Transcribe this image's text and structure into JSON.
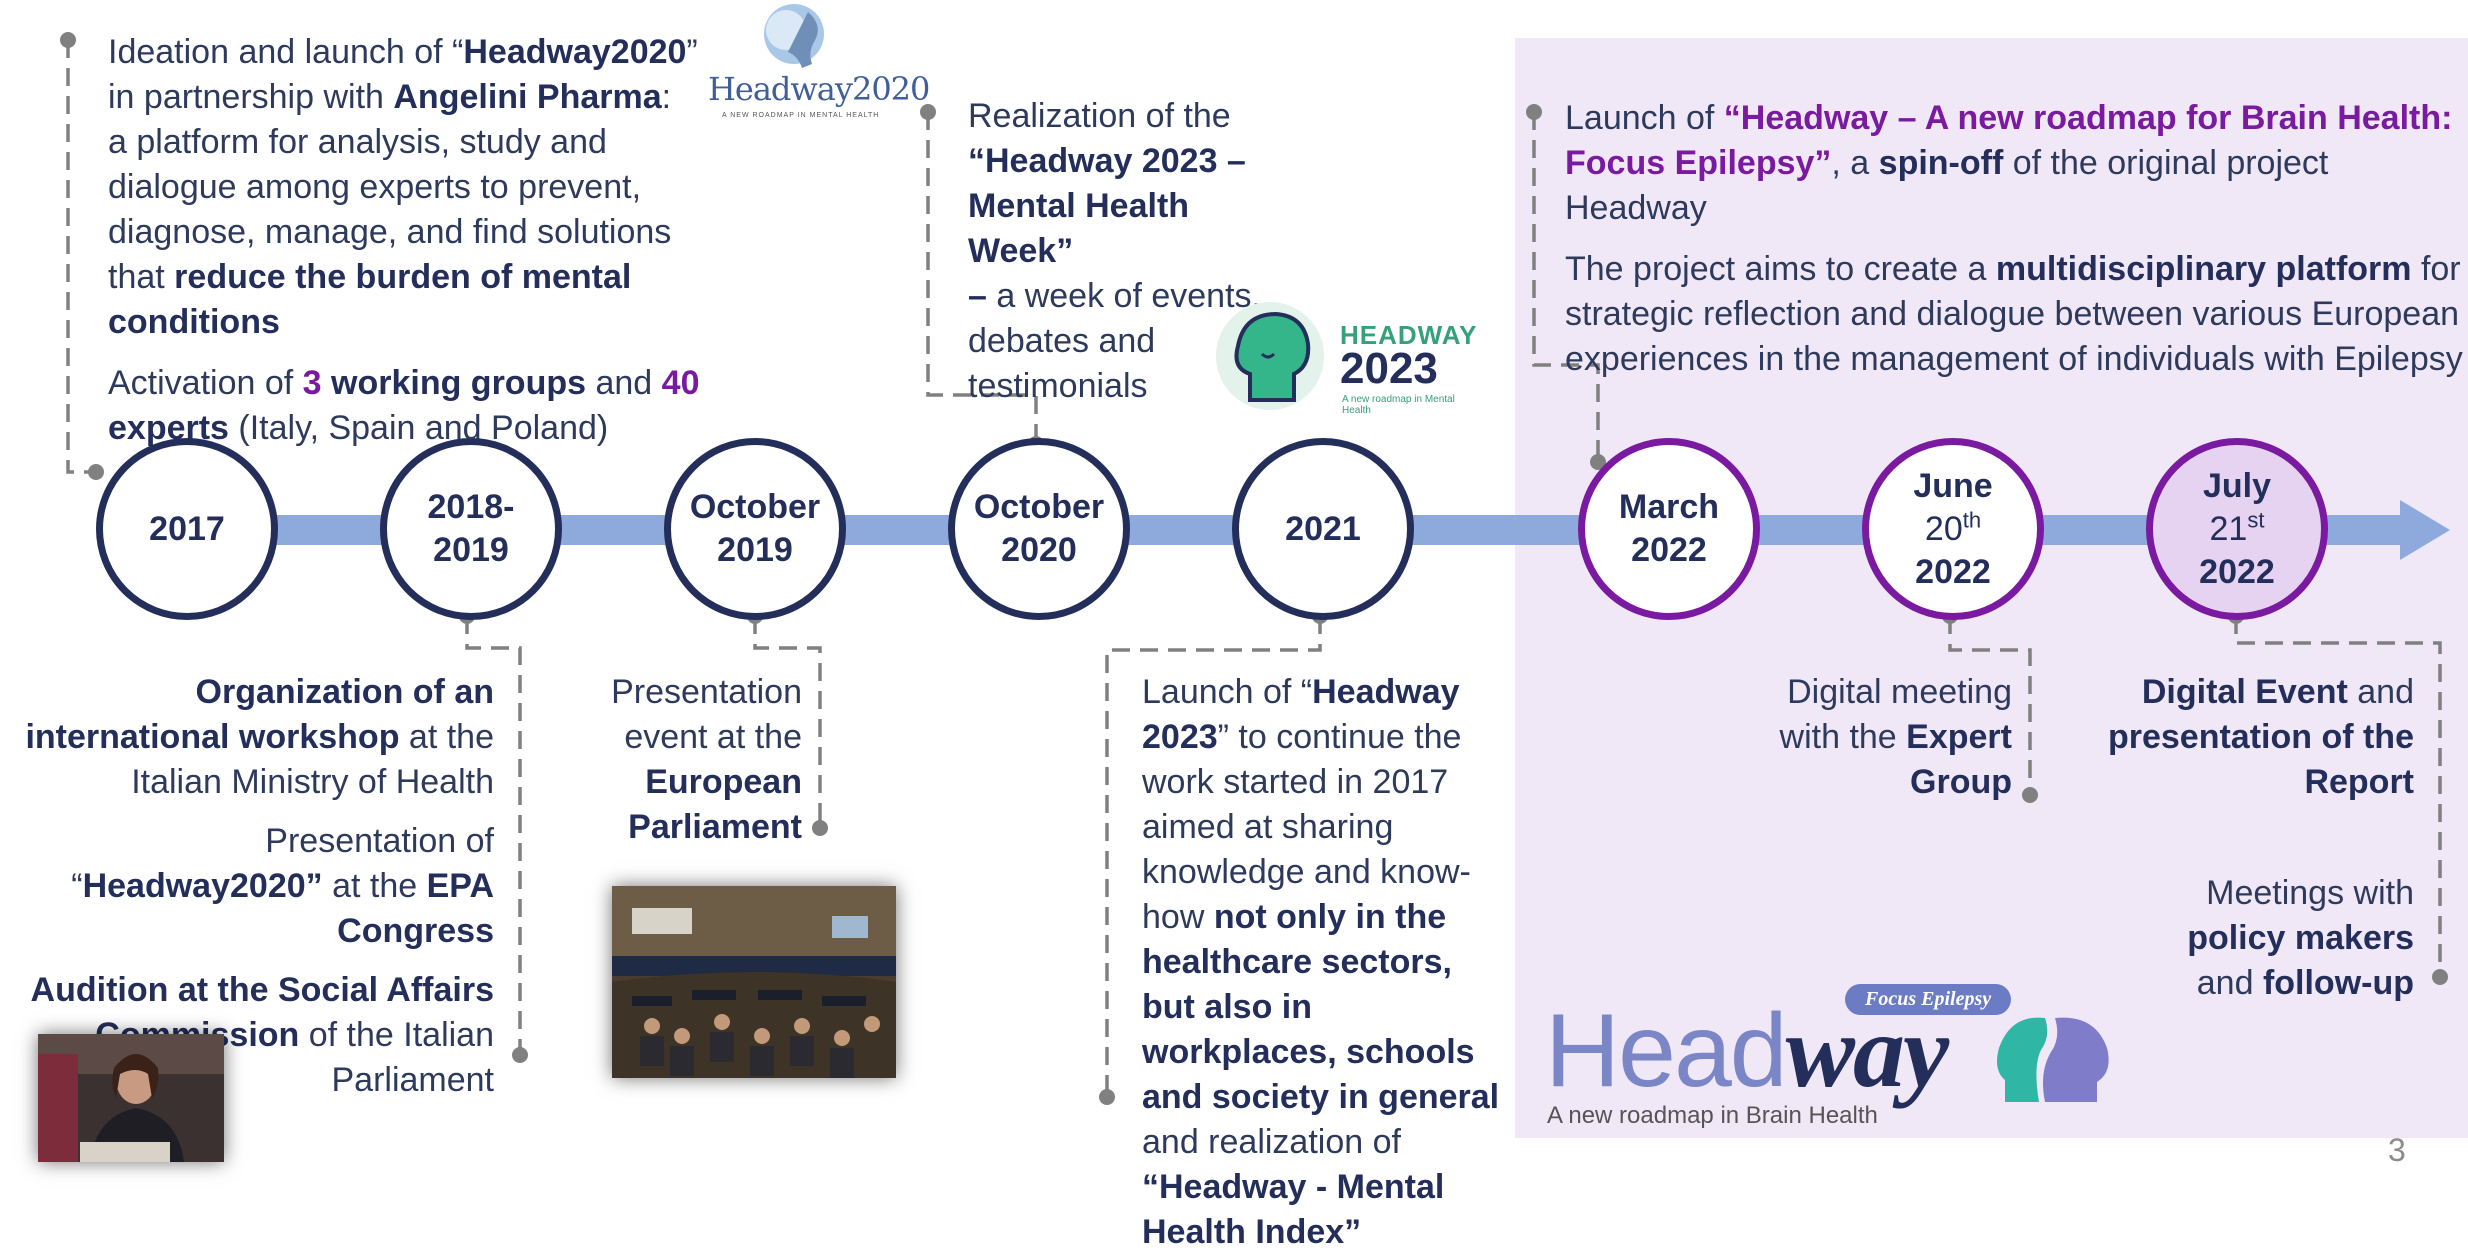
{
  "colors": {
    "navy": "#232e5a",
    "purple": "#7a1aa0",
    "bar": "#8eaadc",
    "panel": "#f1e8f7"
  },
  "milestones": [
    {
      "l1": "2017"
    },
    {
      "l1": "2018-",
      "l2": "2019"
    },
    {
      "l1": "October",
      "l2": "2019"
    },
    {
      "l1": "October",
      "l2": "2020"
    },
    {
      "l1": "2021"
    },
    {
      "l1": "March",
      "l2": "2022"
    },
    {
      "l1": "June",
      "day": "20",
      "sup": "th",
      "l3": "2022"
    },
    {
      "l1": "July",
      "day": "21",
      "sup": "st",
      "l3": "2022"
    }
  ],
  "t2017": {
    "p1a": "Ideation and launch of “",
    "p1b": "Headway2020",
    "p1c": "”",
    "p1d": "in partnership with ",
    "p1e": "Angelini Pharma",
    "p1f": ":",
    "p1g": "a platform for analysis, study and dialogue among experts to prevent, diagnose, manage, and find solutions that ",
    "p1h": "reduce the burden of mental conditions",
    "p2a": "Activation of ",
    "p2b": "3",
    "p2c": " working groups",
    "p2d": " and ",
    "p2e": "40",
    "p2f": "experts",
    "p2g": " (Italy, Spain and Poland)"
  },
  "logo2020": {
    "word": "Headway2020",
    "tag": "A NEW ROADMAP IN MENTAL HEALTH"
  },
  "t2020": {
    "a": "Realization of the",
    "b": "“Headway 2023 –",
    "c": "Mental Health Week”",
    "d": "–",
    "e": " a week of events, debates and testimonials"
  },
  "logo2023": {
    "word": "HEADWAY",
    "year": "2023",
    "tag": "A new roadmap in Mental Health"
  },
  "t2022mar": {
    "a": "Launch of ",
    "b": "“Headway – A new roadmap for Brain Health: Focus Epilepsy”",
    "c": ", a ",
    "d": "spin-off",
    "e": " of the original project Headway",
    "f": "The project aims to create a ",
    "g": "multidisciplinary platform",
    "h": " for strategic reflection and dialogue between various European experiences in the management of individuals with Epilepsy"
  },
  "t2018": {
    "a": "Organization of an international workshop",
    "b": " at the Italian Ministry of Health",
    "c": "Presentation of “",
    "d": "Headway2020”",
    "e": " at the ",
    "f": "EPA Congress",
    "g": "Audition at the Social Affairs Commission",
    "h": " of the Italian Parliament"
  },
  "t2019": {
    "a": "Presentation event at the ",
    "b": "European Parliament"
  },
  "t2021": {
    "a": "Launch of “",
    "b": "Headway 2023",
    "c": "” to continue the work started in 2017 aimed at sharing knowledge and know-how ",
    "d": "not only in the healthcare sectors, but also in workplaces, schools and society in general",
    "e": " and realization of ",
    "f": "“Headway - Mental Health Index”"
  },
  "tjune": {
    "a": "Digital meeting with the ",
    "b": "Expert Group"
  },
  "tjuly": {
    "a": "Digital Event",
    "b": " and ",
    "c": "presentation of the Report",
    "d": "Meetings with ",
    "e": "policy makers",
    "f": " and ",
    "g": "follow-up"
  },
  "logoFE": {
    "badge": "Focus Epilepsy",
    "word1": "Head",
    "word2": "way",
    "tag": "A new roadmap in Brain Health"
  },
  "page_number": "3"
}
